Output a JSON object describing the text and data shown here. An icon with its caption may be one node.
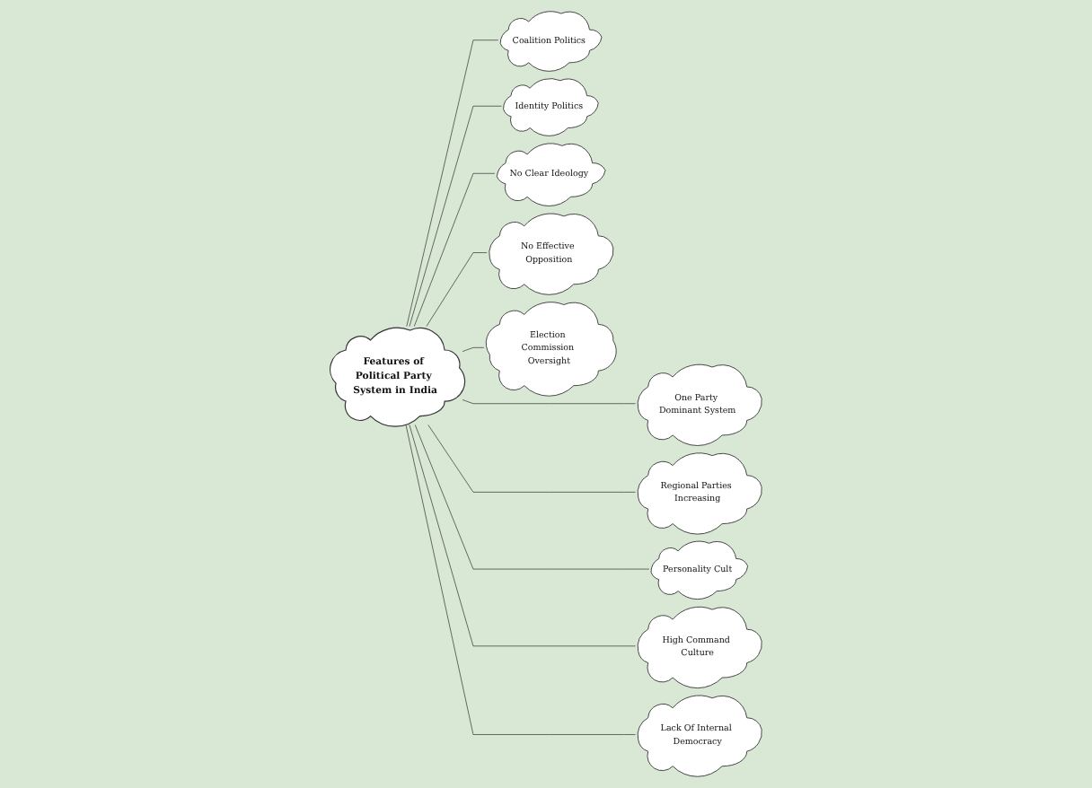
{
  "diagram": {
    "nodes": [
      {
        "text": [
          "Features of Political Party System in India"
        ]
      },
      {
        "text": [
          "Coalition Politics"
        ]
      },
      {
        "text": [
          "One Party Dominant System"
        ]
      },
      {
        "text": [
          "Identity Politics"
        ]
      },
      {
        "text": [
          "Regional Parties Increasing"
        ]
      },
      {
        "text": [
          "No Clear Ideology"
        ]
      },
      {
        "text": [
          "Personality Cult"
        ]
      },
      {
        "text": [
          "No Effective Opposition"
        ]
      },
      {
        "text": [
          "High Command Culture"
        ]
      },
      {
        "text": [
          "Election Commission Oversight"
        ]
      },
      {
        "text": [
          "Lack Of Internal Democracy"
        ]
      }
    ],
    "edges": [
      {
        "from": 0,
        "to": 1,
        "arrow": "none"
      },
      {
        "from": 0,
        "to": 2,
        "arrow": "none"
      },
      {
        "from": 0,
        "to": 3,
        "arrow": "none"
      },
      {
        "from": 0,
        "to": 4,
        "arrow": "none"
      },
      {
        "from": 0,
        "to": 5,
        "arrow": "none"
      },
      {
        "from": 0,
        "to": 6,
        "arrow": "none"
      },
      {
        "from": 0,
        "to": 7,
        "arrow": "none"
      },
      {
        "from": 0,
        "to": 8,
        "arrow": "none"
      },
      {
        "from": 0,
        "to": 9,
        "arrow": "none"
      },
      {
        "from": 0,
        "to": 10,
        "arrow": "none"
      }
    ]
  }
}
